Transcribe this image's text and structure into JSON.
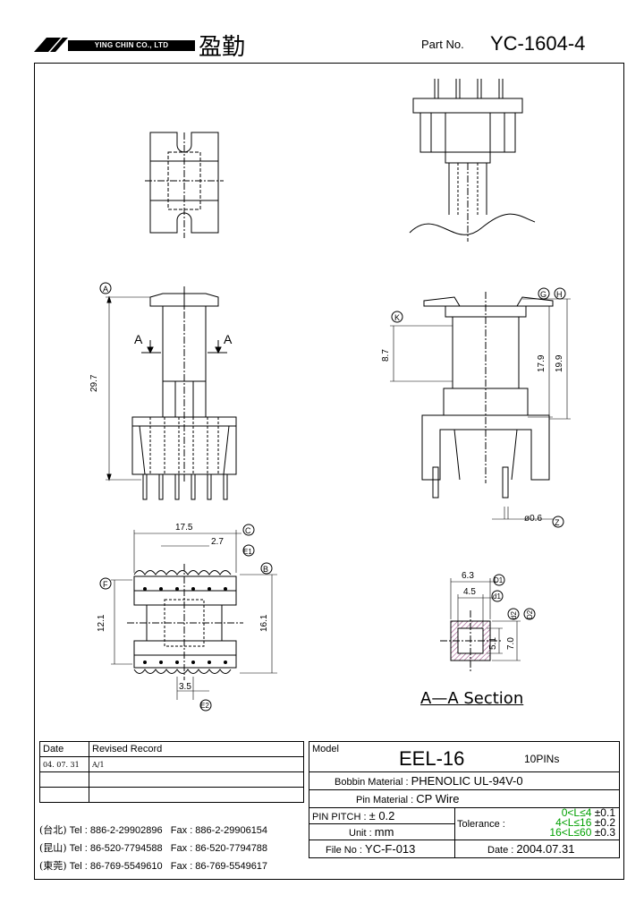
{
  "header": {
    "company_en": "YING CHIN CO., LTD",
    "company_cn": "盈勤",
    "part_no_label": "Part No.",
    "part_no": "YC-1604-4"
  },
  "drawing": {
    "markers": {
      "A": "A",
      "B": "B",
      "C": "C",
      "D1": "D1",
      "D2": "D2",
      "d1": "d1",
      "d2": "d2",
      "E1": "E1",
      "E2": "E2",
      "F": "F",
      "G": "G",
      "H": "H",
      "K": "K",
      "Z": "Z"
    },
    "dims": {
      "d29_7": "29.7",
      "d8_7": "8.7",
      "d17_9": "17.9",
      "d19_9": "19.9",
      "d17_5": "17.5",
      "d2_7": "2.7",
      "d12_1": "12.1",
      "d16_1": "16.1",
      "d3_5": "3.5",
      "d0_6": "ø0.6",
      "d6_3": "6.3",
      "d4_5": "4.5",
      "d5_1": "5.1",
      "d7_0": "7.0"
    },
    "section_arrow_label": "A",
    "section_title": "A—A  Section"
  },
  "record": {
    "col_date": "Date",
    "col_record": "Revised  Record",
    "rows": [
      {
        "date": "04. 07. 31",
        "record": "A/1"
      },
      {
        "date": "",
        "record": ""
      },
      {
        "date": "",
        "record": ""
      }
    ]
  },
  "contacts": [
    {
      "city": "(台北)",
      "tel": "Tel : 886-2-29902896",
      "fax": "Fax : 886-2-29906154"
    },
    {
      "city": "(昆山)",
      "tel": "Tel : 86-520-7794588",
      "fax": "Fax : 86-520-7794788"
    },
    {
      "city": "(東莞)",
      "tel": "Tel : 86-769-5549610",
      "fax": "Fax : 86-769-5549617"
    }
  ],
  "spec": {
    "model_label": "Model",
    "model": "EEL-16",
    "pins": "10PINs",
    "bobbin_label": "Bobbin  Material :",
    "bobbin": "PHENOLIC UL-94V-0",
    "pin_mat_label": "Pin  Material :",
    "pin_mat": "CP Wire",
    "pitch_label": "PIN  PITCH :",
    "pitch": "± 0.2",
    "unit_label": "Unit :",
    "unit": "mm",
    "tol_label": "Tolerance :",
    "tol_rows": [
      {
        "range": "0<L≤4",
        "tol": "±0.1"
      },
      {
        "range": "4<L≤16",
        "tol": "±0.2"
      },
      {
        "range": "16<L≤60",
        "tol": "±0.3"
      }
    ],
    "file_label": "File  No :",
    "file": "YC-F-013",
    "date_label": "Date :",
    "date": "2004.07.31"
  }
}
